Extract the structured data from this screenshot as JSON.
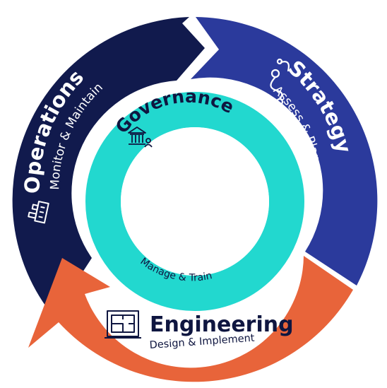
{
  "colors": {
    "operations": "#111a4d",
    "strategy": "#2b3a9c",
    "engineering": "#e8643a",
    "governance": "#22d8cf",
    "light_text": "#ffffff",
    "dark_text": "#0f1640"
  },
  "segments": {
    "strategy": {
      "title": "Strategy",
      "subtitle": "Assess & Plan",
      "icon": "route-icon"
    },
    "engineering": {
      "title": "Engineering",
      "subtitle": "Design & Implement",
      "icon": "blueprint-icon"
    },
    "operations": {
      "title": "Operations",
      "subtitle": "Monitor & Maintain",
      "icon": "factory-icon"
    }
  },
  "governance": {
    "title": "Governance",
    "subtitle": "Manage & Train",
    "icon": "institution-icon"
  }
}
